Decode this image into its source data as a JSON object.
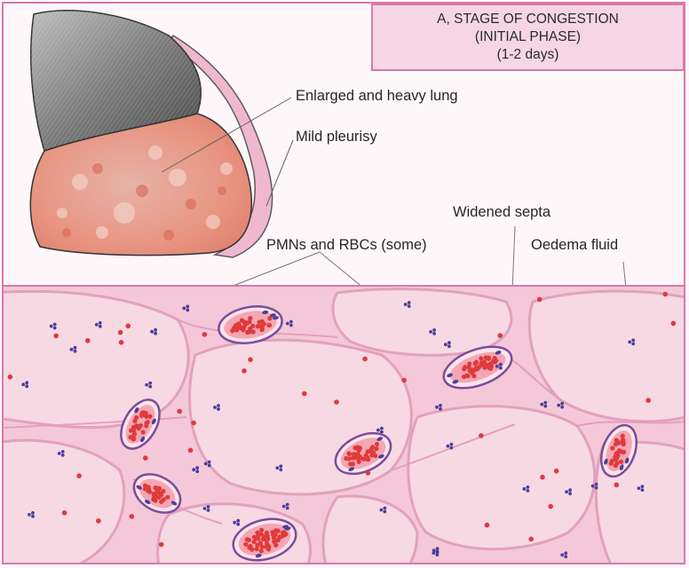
{
  "title": {
    "line1": "A, STAGE OF CONGESTION",
    "line2": "(INITIAL PHASE)",
    "line3": "(1-2 days)"
  },
  "labels": {
    "enlarged_lung": "Enlarged and heavy lung",
    "mild_pleurisy": "Mild pleurisy",
    "widened_septa": "Widened septa",
    "pmns_rbcs": "PMNs and RBCs (some)",
    "oedema_fluid": "Oedema fluid"
  },
  "colors": {
    "frame": "#d77aa8",
    "tissue": "#f4c6d7",
    "septa": "#e7a6c1",
    "rbc": "#e03a3a",
    "pmn": "#4b3f9b",
    "lung_upper": "#8a8a8a",
    "lung_lower": "#e79a85"
  }
}
